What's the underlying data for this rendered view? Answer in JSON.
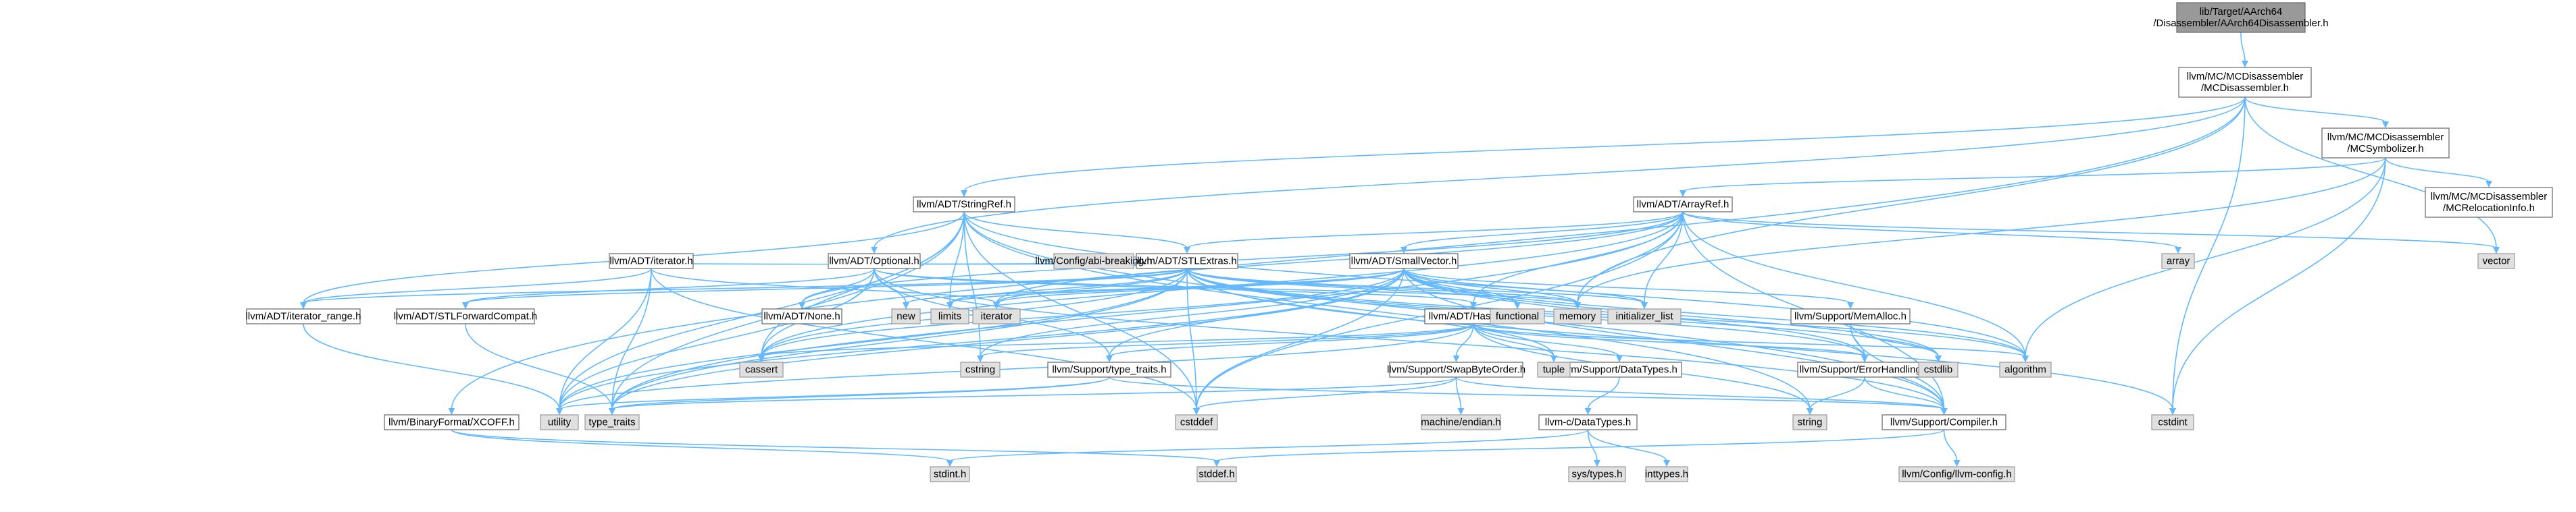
{
  "nodes": [
    {
      "id": "root",
      "kind": "root",
      "lines": [
        "lib/Target/AArch64",
        "/Disassembler/AArch64Disassembler.h"
      ]
    },
    {
      "id": "mcdis",
      "kind": "doc",
      "lines": [
        "llvm/MC/MCDisassembler",
        "/MCDisassembler.h"
      ]
    },
    {
      "id": "mcsym",
      "kind": "doc",
      "lines": [
        "llvm/MC/MCDisassembler",
        "/MCSymbolizer.h"
      ]
    },
    {
      "id": "mcrel",
      "kind": "doc",
      "lines": [
        "llvm/MC/MCDisassembler",
        "/MCRelocationInfo.h"
      ]
    },
    {
      "id": "strref",
      "kind": "doc",
      "lines": [
        "llvm/ADT/StringRef.h"
      ]
    },
    {
      "id": "arrayref",
      "kind": "doc",
      "lines": [
        "llvm/ADT/ArrayRef.h"
      ]
    },
    {
      "id": "stlextras",
      "kind": "doc",
      "lines": [
        "llvm/ADT/STLExtras.h"
      ]
    },
    {
      "id": "abibreak",
      "kind": "sys",
      "lines": [
        "llvm/Config/abi-breaking.h"
      ]
    },
    {
      "id": "iterator",
      "kind": "doc",
      "lines": [
        "llvm/ADT/iterator.h"
      ]
    },
    {
      "id": "optional",
      "kind": "doc",
      "lines": [
        "llvm/ADT/Optional.h"
      ]
    },
    {
      "id": "smallvec",
      "kind": "doc",
      "lines": [
        "llvm/ADT/SmallVector.h"
      ]
    },
    {
      "id": "hashing",
      "kind": "doc",
      "lines": [
        "llvm/ADT/Hashing.h"
      ]
    },
    {
      "id": "memalloc",
      "kind": "doc",
      "lines": [
        "llvm/Support/MemAlloc.h"
      ]
    },
    {
      "id": "itrange",
      "kind": "doc",
      "lines": [
        "llvm/ADT/iterator_range.h"
      ]
    },
    {
      "id": "stlfwd",
      "kind": "doc",
      "lines": [
        "llvm/ADT/STLForwardCompat.h"
      ]
    },
    {
      "id": "none",
      "kind": "doc",
      "lines": [
        "llvm/ADT/None.h"
      ]
    },
    {
      "id": "typetraits",
      "kind": "doc",
      "lines": [
        "llvm/Support/type_traits.h"
      ]
    },
    {
      "id": "swapbyte",
      "kind": "doc",
      "lines": [
        "llvm/Support/SwapByteOrder.h"
      ]
    },
    {
      "id": "datatypes",
      "kind": "doc",
      "lines": [
        "llvm/Support/DataTypes.h"
      ]
    },
    {
      "id": "errhandling",
      "kind": "doc",
      "lines": [
        "llvm/Support/ErrorHandling.h"
      ]
    },
    {
      "id": "xcoff",
      "kind": "doc",
      "lines": [
        "llvm/BinaryFormat/XCOFF.h"
      ]
    },
    {
      "id": "cdatatypes",
      "kind": "doc",
      "lines": [
        "llvm-c/DataTypes.h"
      ]
    },
    {
      "id": "compiler",
      "kind": "doc",
      "lines": [
        "llvm/Support/Compiler.h"
      ]
    },
    {
      "id": "llvmconfig",
      "kind": "sys",
      "lines": [
        "llvm/Config/llvm-config.h"
      ]
    },
    {
      "id": "machendian",
      "kind": "sys",
      "lines": [
        "machine/endian.h"
      ]
    },
    {
      "id": "systypes",
      "kind": "sys",
      "lines": [
        "sys/types.h"
      ]
    },
    {
      "id": "inttypes",
      "kind": "sys",
      "lines": [
        "inttypes.h"
      ]
    },
    {
      "id": "stdinth",
      "kind": "sys",
      "lines": [
        "stdint.h"
      ]
    },
    {
      "id": "stddefh",
      "kind": "sys",
      "lines": [
        "stddef.h"
      ]
    },
    {
      "id": "array",
      "kind": "sys",
      "lines": [
        "array"
      ]
    },
    {
      "id": "vector",
      "kind": "sys",
      "lines": [
        "vector"
      ]
    },
    {
      "id": "new",
      "kind": "sys",
      "lines": [
        "new"
      ]
    },
    {
      "id": "limits",
      "kind": "sys",
      "lines": [
        "limits"
      ]
    },
    {
      "id": "iteratorstd",
      "kind": "sys",
      "lines": [
        "iterator"
      ]
    },
    {
      "id": "functional",
      "kind": "sys",
      "lines": [
        "functional"
      ]
    },
    {
      "id": "memory",
      "kind": "sys",
      "lines": [
        "memory"
      ]
    },
    {
      "id": "initlist",
      "kind": "sys",
      "lines": [
        "initializer_list"
      ]
    },
    {
      "id": "cassert",
      "kind": "sys",
      "lines": [
        "cassert"
      ]
    },
    {
      "id": "cstring",
      "kind": "sys",
      "lines": [
        "cstring"
      ]
    },
    {
      "id": "tuple",
      "kind": "sys",
      "lines": [
        "tuple"
      ]
    },
    {
      "id": "cstdlib",
      "kind": "sys",
      "lines": [
        "cstdlib"
      ]
    },
    {
      "id": "algorithm",
      "kind": "sys",
      "lines": [
        "algorithm"
      ]
    },
    {
      "id": "cstdint",
      "kind": "sys",
      "lines": [
        "cstdint"
      ]
    },
    {
      "id": "utility",
      "kind": "sys",
      "lines": [
        "utility"
      ]
    },
    {
      "id": "typetraitsstd",
      "kind": "sys",
      "lines": [
        "type_traits"
      ]
    },
    {
      "id": "cstddef",
      "kind": "sys",
      "lines": [
        "cstddef"
      ]
    },
    {
      "id": "string",
      "kind": "sys",
      "lines": [
        "string"
      ]
    }
  ],
  "edges": [
    [
      "root",
      "mcdis"
    ],
    [
      "mcdis",
      "mcsym"
    ],
    [
      "mcdis",
      "strref"
    ],
    [
      "mcdis",
      "optional"
    ],
    [
      "mcdis",
      "xcoff"
    ],
    [
      "mcdis",
      "memory"
    ],
    [
      "mcdis",
      "vector"
    ],
    [
      "mcdis",
      "cstdint"
    ],
    [
      "mcsym",
      "mcrel"
    ],
    [
      "mcsym",
      "arrayref"
    ],
    [
      "mcsym",
      "algorithm"
    ],
    [
      "mcsym",
      "cstdint"
    ],
    [
      "mcsym",
      "memory"
    ],
    [
      "arrayref",
      "stlextras"
    ],
    [
      "arrayref",
      "smallvec"
    ],
    [
      "arrayref",
      "hashing"
    ],
    [
      "arrayref",
      "none"
    ],
    [
      "arrayref",
      "compiler"
    ],
    [
      "arrayref",
      "algorithm"
    ],
    [
      "arrayref",
      "array"
    ],
    [
      "arrayref",
      "cassert"
    ],
    [
      "arrayref",
      "cstddef"
    ],
    [
      "arrayref",
      "initlist"
    ],
    [
      "arrayref",
      "iteratorstd"
    ],
    [
      "arrayref",
      "memory"
    ],
    [
      "arrayref",
      "type_traits"
    ],
    [
      "arrayref",
      "vector"
    ],
    [
      "strref",
      "stlextras"
    ],
    [
      "strref",
      "itrange"
    ],
    [
      "strref",
      "compiler"
    ],
    [
      "strref",
      "algorithm"
    ],
    [
      "strref",
      "cassert"
    ],
    [
      "strref",
      "cstddef"
    ],
    [
      "strref",
      "cstring"
    ],
    [
      "strref",
      "limits"
    ],
    [
      "strref",
      "string"
    ],
    [
      "strref",
      "typetraitsstd"
    ],
    [
      "strref",
      "utility"
    ],
    [
      "stlextras",
      "abibreak"
    ],
    [
      "stlextras",
      "iterator"
    ],
    [
      "stlextras",
      "optional"
    ],
    [
      "stlextras",
      "stlfwd"
    ],
    [
      "stlextras",
      "itrange"
    ],
    [
      "stlextras",
      "errhandling"
    ],
    [
      "stlextras",
      "algorithm"
    ],
    [
      "stlextras",
      "cassert"
    ],
    [
      "stlextras",
      "cstddef"
    ],
    [
      "stlextras",
      "cstdint"
    ],
    [
      "stlextras",
      "cstdlib"
    ],
    [
      "stlextras",
      "functional"
    ],
    [
      "stlextras",
      "initlist"
    ],
    [
      "stlextras",
      "iteratorstd"
    ],
    [
      "stlextras",
      "limits"
    ],
    [
      "stlextras",
      "memory"
    ],
    [
      "stlextras",
      "tuple"
    ],
    [
      "stlextras",
      "typetraitsstd"
    ],
    [
      "stlextras",
      "utility"
    ],
    [
      "iterator",
      "itrange"
    ],
    [
      "iterator",
      "cstddef"
    ],
    [
      "iterator",
      "iteratorstd"
    ],
    [
      "iterator",
      "typetraitsstd"
    ],
    [
      "iterator",
      "utility"
    ],
    [
      "optional",
      "hashing"
    ],
    [
      "optional",
      "none"
    ],
    [
      "optional",
      "stlfwd"
    ],
    [
      "optional",
      "compiler"
    ],
    [
      "optional",
      "typetraits"
    ],
    [
      "optional",
      "cassert"
    ],
    [
      "optional",
      "memory"
    ],
    [
      "optional",
      "new"
    ],
    [
      "optional",
      "utility"
    ],
    [
      "smallvec",
      "compiler"
    ],
    [
      "smallvec",
      "errhandling"
    ],
    [
      "smallvec",
      "memalloc"
    ],
    [
      "smallvec",
      "typetraits"
    ],
    [
      "smallvec",
      "algorithm"
    ],
    [
      "smallvec",
      "cassert"
    ],
    [
      "smallvec",
      "cstddef"
    ],
    [
      "smallvec",
      "cstdlib"
    ],
    [
      "smallvec",
      "cstring"
    ],
    [
      "smallvec",
      "functional"
    ],
    [
      "smallvec",
      "initlist"
    ],
    [
      "smallvec",
      "iteratorstd"
    ],
    [
      "smallvec",
      "limits"
    ],
    [
      "smallvec",
      "memory"
    ],
    [
      "smallvec",
      "new"
    ],
    [
      "smallvec",
      "typetraitsstd"
    ],
    [
      "smallvec",
      "utility"
    ],
    [
      "hashing",
      "datatypes"
    ],
    [
      "hashing",
      "errhandling"
    ],
    [
      "hashing",
      "swapbyte"
    ],
    [
      "hashing",
      "typetraits"
    ],
    [
      "hashing",
      "algorithm"
    ],
    [
      "hashing",
      "cassert"
    ],
    [
      "hashing",
      "cstring"
    ],
    [
      "hashing",
      "string"
    ],
    [
      "hashing",
      "tuple"
    ],
    [
      "hashing",
      "utility"
    ],
    [
      "memalloc",
      "compiler"
    ],
    [
      "memalloc",
      "errhandling"
    ],
    [
      "memalloc",
      "cstdlib"
    ],
    [
      "itrange",
      "utility"
    ],
    [
      "stlfwd",
      "typetraitsstd"
    ],
    [
      "typetraits",
      "compiler"
    ],
    [
      "typetraits",
      "typetraitsstd"
    ],
    [
      "typetraits",
      "utility"
    ],
    [
      "swapbyte",
      "compiler"
    ],
    [
      "swapbyte",
      "cstddef"
    ],
    [
      "swapbyte",
      "typetraitsstd"
    ],
    [
      "swapbyte",
      "machendian"
    ],
    [
      "datatypes",
      "cdatatypes"
    ],
    [
      "cdatatypes",
      "inttypes"
    ],
    [
      "cdatatypes",
      "stdinth"
    ],
    [
      "cdatatypes",
      "systypes"
    ],
    [
      "errhandling",
      "compiler"
    ],
    [
      "errhandling",
      "string"
    ],
    [
      "compiler",
      "llvmconfig"
    ],
    [
      "compiler",
      "stddefh"
    ],
    [
      "xcoff",
      "stddefh"
    ],
    [
      "xcoff",
      "stdinth"
    ]
  ]
}
